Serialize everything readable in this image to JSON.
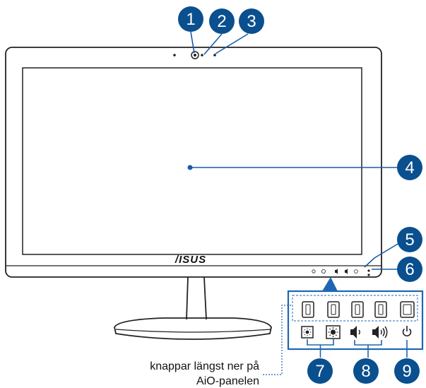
{
  "brand_logo": "/ISUS",
  "callouts": [
    "1",
    "2",
    "3",
    "4",
    "5",
    "6",
    "7",
    "8",
    "9"
  ],
  "caption": {
    "line1": "knappar längst ner på",
    "line2": "AiO-panelen"
  },
  "panel_icons": [
    "brightness-down-icon",
    "brightness-up-icon",
    "volume-down-icon",
    "volume-up-icon",
    "power-icon"
  ],
  "colors": {
    "callout_fill": "#0a4f8e",
    "callout_line": "#1a5aa8",
    "panel_border": "#1e66b4",
    "outline": "#222222"
  }
}
